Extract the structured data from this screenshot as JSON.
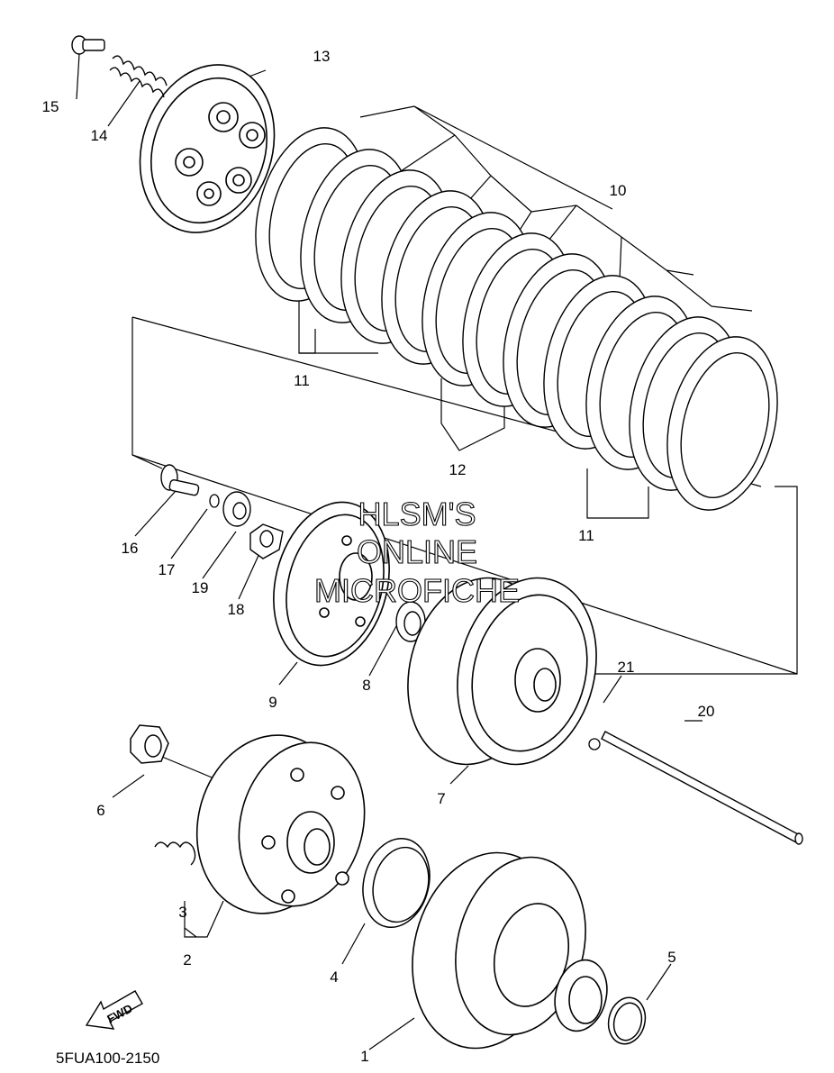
{
  "diagram_code": "5FUA100-2150",
  "watermark": [
    "HLSM'S",
    "ONLINE",
    "MICROFICHE"
  ],
  "fwd_label": "FWD",
  "callouts": [
    "1",
    "2",
    "3",
    "4",
    "5",
    "6",
    "7",
    "8",
    "9",
    "10",
    "11",
    "11",
    "12",
    "13",
    "14",
    "15",
    "16",
    "17",
    "18",
    "19",
    "20",
    "21"
  ]
}
